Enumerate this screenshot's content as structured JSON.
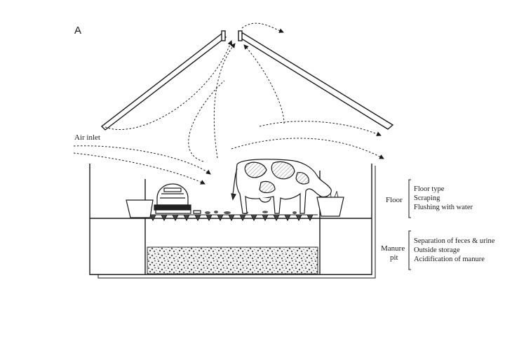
{
  "panel_label": "A",
  "labels": {
    "air_inlet": "Air inlet",
    "floor": "Floor",
    "manure_pit_line1": "Manure",
    "manure_pit_line2": "pit"
  },
  "floor_options": [
    "Floor type",
    "Scraping",
    "Flushing with water"
  ],
  "pit_options": [
    "Separation of feces & urine",
    "Outside storage",
    "Acidification of manure"
  ]
}
